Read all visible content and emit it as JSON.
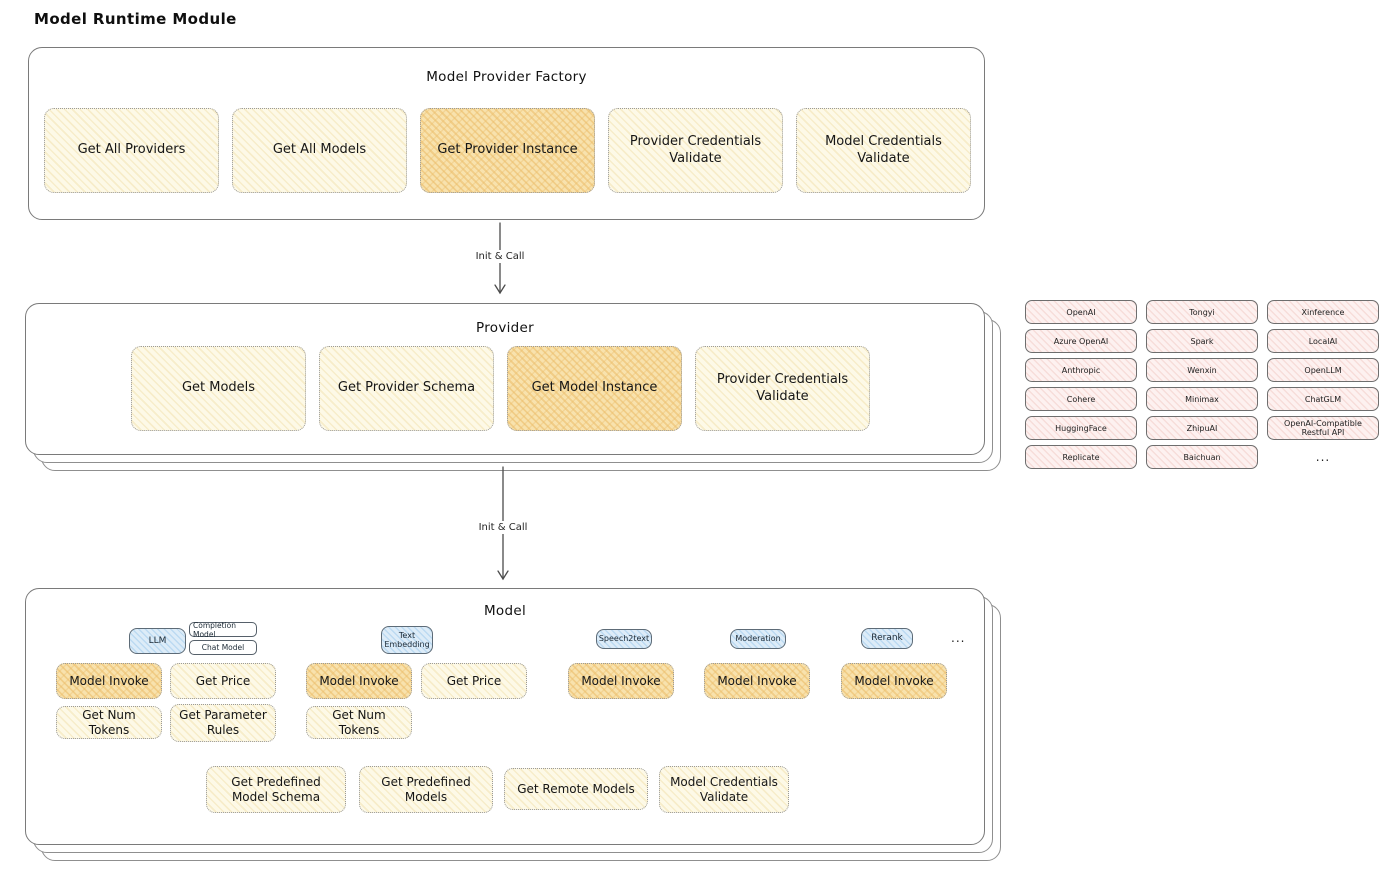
{
  "title": "Model Runtime Module",
  "arrow_label": "Init & Call",
  "factory": {
    "title": "Model Provider Factory",
    "buttons": [
      "Get All Providers",
      "Get All Models",
      "Get Provider Instance",
      "Provider Credentials Validate",
      "Model Credentials Validate"
    ]
  },
  "provider": {
    "title": "Provider",
    "buttons": [
      "Get Models",
      "Get Provider Schema",
      "Get Model Instance",
      "Provider Credentials Validate"
    ]
  },
  "providers": {
    "columns": [
      [
        "OpenAI",
        "Azure OpenAI",
        "Anthropic",
        "Cohere",
        "HuggingFace",
        "Replicate"
      ],
      [
        "Tongyi",
        "Spark",
        "Wenxin",
        "Minimax",
        "ZhipuAI",
        "Baichuan"
      ],
      [
        "Xinference",
        "LocalAI",
        "OpenLLM",
        "ChatGLM",
        "OpenAI-Compatible Restful API"
      ]
    ],
    "more": "..."
  },
  "model": {
    "title": "Model",
    "types": [
      "LLM",
      "Text Embedding",
      "Speech2text",
      "Moderation",
      "Rerank"
    ],
    "llm_modes": [
      "Completion Model",
      "Chat Model"
    ],
    "more": "...",
    "buttons": {
      "model_invoke": "Model Invoke",
      "get_price": "Get Price",
      "get_num_tokens": "Get Num Tokens",
      "get_parameter_rules": "Get Parameter Rules",
      "get_predefined_model_schema": "Get Predefined Model Schema",
      "get_predefined_models": "Get Predefined Models",
      "get_remote_models": "Get Remote Models",
      "model_credentials_validate": "Model Credentials Validate"
    }
  },
  "colors": {
    "node_yellow": "#fdf9e7",
    "node_yellow_highlight": "#f8e2ad",
    "provider_pink": "#fdf1f0",
    "type_blue": "#ddecf8"
  }
}
